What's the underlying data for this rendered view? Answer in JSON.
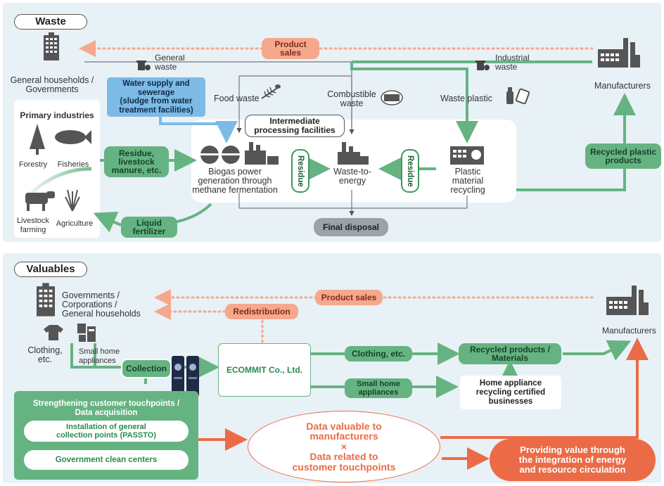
{
  "colors": {
    "green": "#66b382",
    "salmon": "#f6a88d",
    "orange": "#ec6b47",
    "blue": "#7dbbe6",
    "panel": "#e8f1f6",
    "gray": "#9aa3a8"
  },
  "waste": {
    "title": "Waste",
    "product_sales": "Product\nsales",
    "general_households": "General households /\nGovernments",
    "general_waste": "General\nwaste",
    "industrial_waste": "Industrial\nwaste",
    "manufacturers": "Manufacturers",
    "water_supply": "Water supply and\nsewerage\n(sludge from water\ntreatment facilities)",
    "primary_industries": "Primary industries",
    "forestry": "Forestry",
    "fisheries": "Fisheries",
    "livestock_farming": "Livestock\nfarming",
    "agriculture": "Agriculture",
    "residue_livestock": "Residue,\nlivestock\nmanure, etc.",
    "liquid_fertilizer": "Liquid\nfertilizer",
    "food_waste": "Food waste",
    "combustible_waste": "Combustible\nwaste",
    "waste_plastic": "Waste plastic",
    "intermediate": "Intermediate\nprocessing facilities",
    "biogas": "Biogas power\ngeneration through\nmethane fermentation",
    "residue": "Residue",
    "waste_to_energy": "Waste-to-\nenergy",
    "plastic_recycling": "Plastic\nmaterial\nrecycling",
    "recycled_plastic": "Recycled plastic\nproducts",
    "final_disposal": "Final disposal"
  },
  "valuables": {
    "title": "Valuables",
    "governments": "Governments /\nCorporations /\nGeneral households",
    "product_sales": "Product sales",
    "redistribution": "Redistribution",
    "manufacturers": "Manufacturers",
    "clothing_etc": "Clothing,\netc.",
    "small_home_appliances": "Small home\nappliances",
    "collection": "Collection",
    "ecommit": "ECOMMIT Co., Ltd.",
    "clothing_pill": "Clothing, etc.",
    "small_appliances_pill": "Small home\nappliances",
    "recycled_products": "Recycled products /\nMaterials",
    "home_appliance_biz": "Home appliance\nrecycling certified\nbusinesses",
    "touchpoints_title": "Strengthening customer touchpoints /\nData acquisition",
    "passto": "Installation of general\ncollection points (PASSTO)",
    "clean_centers": "Government clean centers",
    "data_valuable": "Data valuable to\nmanufacturers\n×\nData related to\ncustomer touchpoints",
    "providing_value": "Providing value through\nthe integration of energy\nand resource circulation"
  }
}
